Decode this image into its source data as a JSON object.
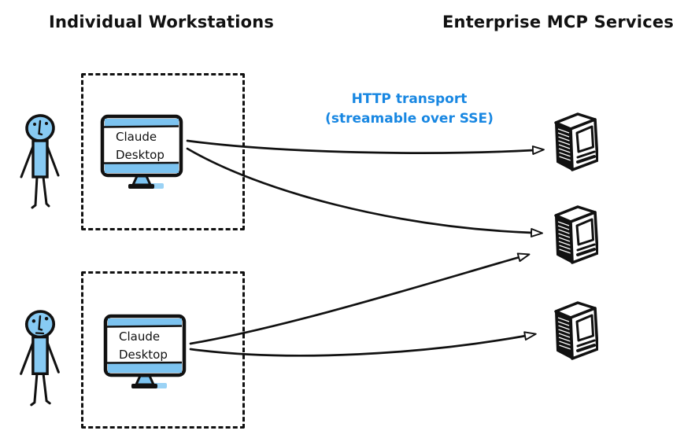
{
  "titles": {
    "left": "Individual Workstations",
    "right": "Enterprise MCP Services"
  },
  "transport_label": {
    "line1": "HTTP transport",
    "line2": "(streamable over SSE)"
  },
  "workstations": [
    {
      "name": "workstation-1",
      "monitor_label_line1": "Claude",
      "monitor_label_line2": "Desktop"
    },
    {
      "name": "workstation-2",
      "monitor_label_line1": "Claude",
      "monitor_label_line2": "Desktop"
    }
  ],
  "servers": {
    "count": 3,
    "icon": "retro-computer-icon"
  },
  "connections": [
    {
      "from": "workstation-1",
      "to": "server-1",
      "style": "arrow"
    },
    {
      "from": "workstation-1",
      "to": "server-2",
      "style": "arrow"
    },
    {
      "from": "workstation-2",
      "to": "server-2",
      "style": "arrow"
    },
    {
      "from": "workstation-2",
      "to": "server-3",
      "style": "arrow"
    }
  ],
  "colors": {
    "ink": "#111111",
    "figure_fill": "#87caf3",
    "monitor_bar": "#7cc3f0",
    "label_blue": "#1887e2"
  }
}
